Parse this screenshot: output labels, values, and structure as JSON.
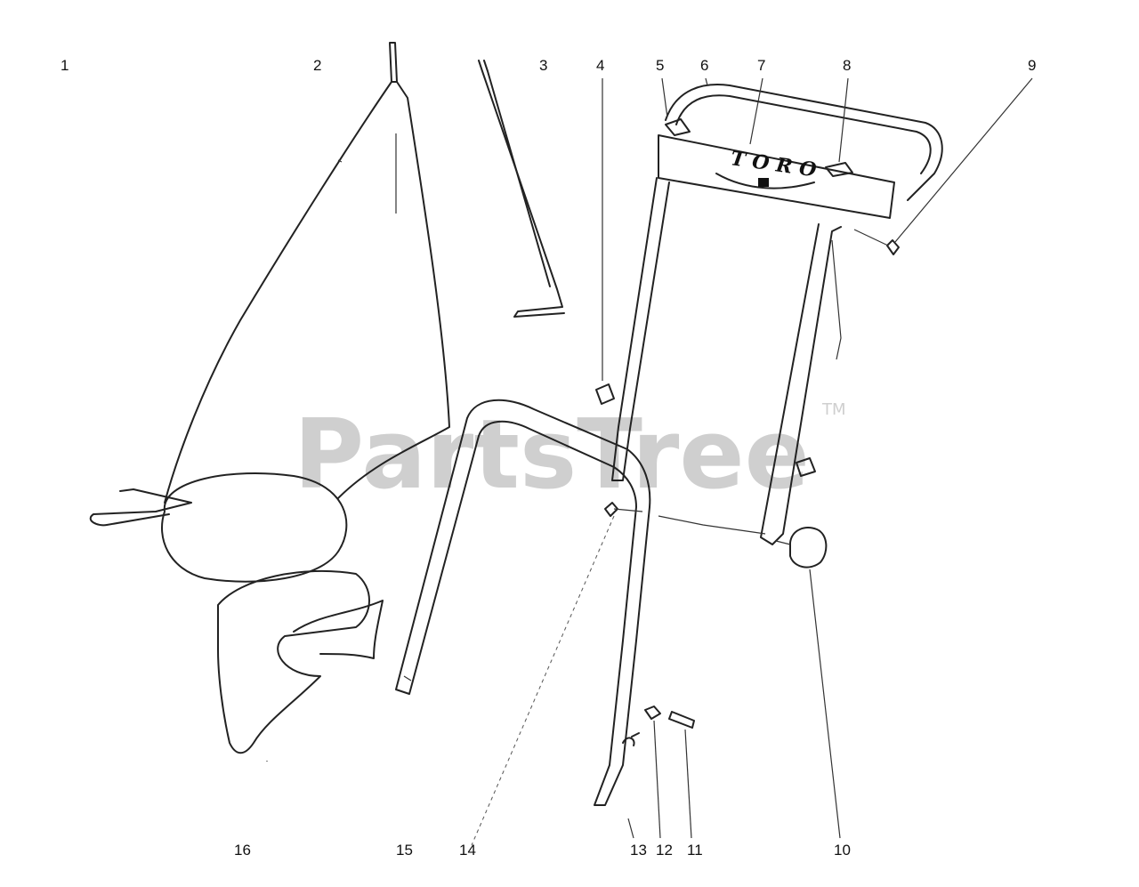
{
  "diagram": {
    "part_numbers": [
      "1",
      "2",
      "3",
      "4",
      "5",
      "6",
      "7",
      "8",
      "9",
      "10",
      "11",
      "12",
      "13",
      "14",
      "15",
      "16"
    ],
    "watermark": "PartsTree",
    "watermark_mark": "TM",
    "logo_text": "TORO"
  }
}
